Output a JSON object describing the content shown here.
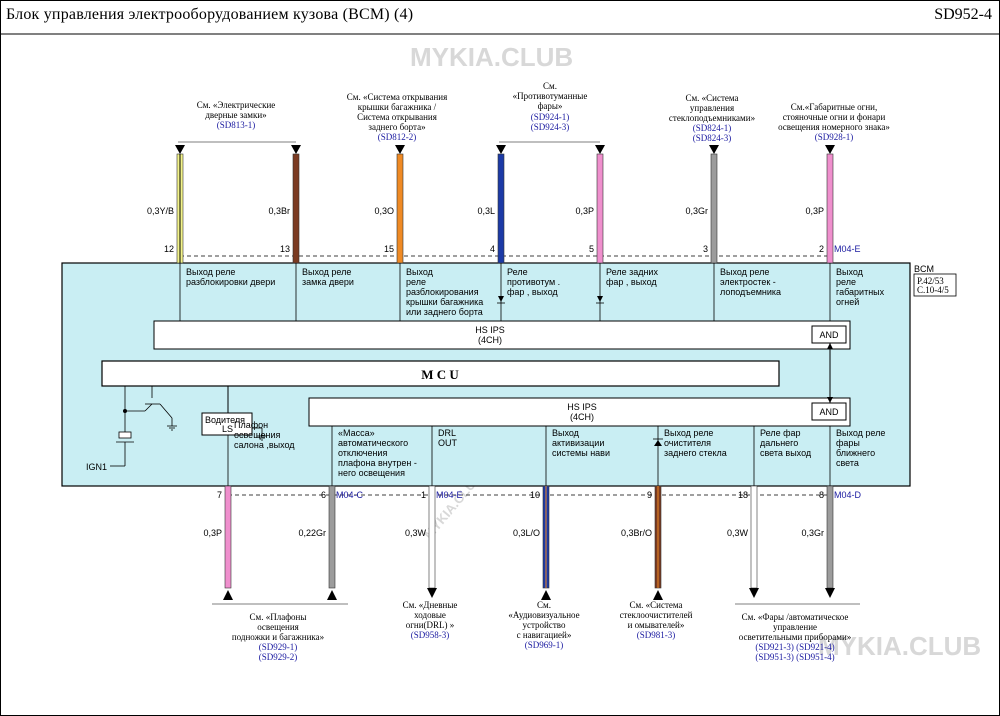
{
  "header": {
    "title": "Блок управления электрооборудованием кузова (BCM) (4)",
    "page": "SD952-4"
  },
  "watermark": "MYKIA.CLUB",
  "bcm": {
    "label": "BCM",
    "ref1": "P.42/53",
    "ref2": "C.10-4/5",
    "mcu": "M C U",
    "ips_top_1": "HS IPS",
    "ips_top_2": "(4CH)",
    "ips_bot_1": "HS IPS",
    "ips_bot_2": "(4CH)",
    "and": "AND",
    "driver_1": "Водителя",
    "driver_2": "LS",
    "ign": "IGN1"
  },
  "top_refs": {
    "door_locks": [
      "См. «Электрические",
      "дверные  замки»"
    ],
    "door_locks_code": "(SD813-1)",
    "trunk": [
      "См. «Система открывания",
      "крышки багажника /",
      "Система открывания",
      "заднего борта»"
    ],
    "trunk_code": "(SD812-2)",
    "fog": [
      "См.",
      "«Противотуманные",
      "фары»"
    ],
    "fog_code_1": "(SD924-1)",
    "fog_code_2": "(SD924-3)",
    "lifter": [
      "См. «Система",
      "управления",
      "стеклоподъемниками»"
    ],
    "lifter_code_1": "(SD824-1)",
    "lifter_code_2": "(SD824-3)",
    "parking": [
      "См.«Габаритные  огни,",
      "стояночные  огни и фонари",
      "освещения  номерного  знака»"
    ],
    "parking_code": "(SD928-1)"
  },
  "top_wires": [
    {
      "color_code": "0,3Y/B",
      "pin": "12",
      "label": [
        "Выход реле",
        "разблокировки  двери"
      ]
    },
    {
      "color_code": "0,3Br",
      "pin": "13",
      "label": [
        "Выход реле",
        "замка  двери"
      ]
    },
    {
      "color_code": "0,3O",
      "pin": "15",
      "label": [
        "Выход",
        "реле",
        "разблокирования",
        "крышки багажника",
        "или заднего  борта"
      ]
    },
    {
      "color_code": "0,3L",
      "pin": "4",
      "label": [
        "Реле",
        "противотум  .",
        "фар , выход"
      ]
    },
    {
      "color_code": "0,3P",
      "pin": "5",
      "label": [
        "Реле  задних",
        "фар , выход"
      ]
    },
    {
      "color_code": "0,3Gr",
      "pin": "3",
      "label": [
        "Выход  реле",
        "электростек  -",
        "лоподъемника"
      ]
    },
    {
      "color_code": "0,3P",
      "pin": "2",
      "label": [
        "Выход",
        "реле",
        "габаритных",
        "огней"
      ]
    }
  ],
  "top_connector": "M04-E",
  "bottom_wires": [
    {
      "color_code": "0,3P",
      "pin": "7",
      "label": [
        "Плафон",
        "освещения",
        "салона ,выход"
      ]
    },
    {
      "color_code": "0,22Gr",
      "pin": "6",
      "label": [
        "«Масса»",
        "автоматического",
        "отключения",
        "плафона  внутрен -",
        "него освещения"
      ]
    },
    {
      "color_code": "0,3W",
      "pin": "1",
      "label": [
        "DRL",
        "OUT"
      ]
    },
    {
      "color_code": "0,3L/O",
      "pin": "10",
      "label": [
        "Выход",
        "активизации",
        "системы  нави"
      ]
    },
    {
      "color_code": "0,3Br/O",
      "pin": "9",
      "label": [
        "Выход реле",
        "очистителя",
        "заднего  стекла"
      ]
    },
    {
      "color_code": "0,3W",
      "pin": "18",
      "label": [
        "Реле  фар",
        "дальнего",
        "света  выход"
      ]
    },
    {
      "color_code": "0,3Gr",
      "pin": "8",
      "label": [
        "Выход реле",
        "фары",
        "ближнего",
        "света"
      ]
    }
  ],
  "bottom_connectors": {
    "c1": "M04-C",
    "c2": "M04-E",
    "c3": "M04-D"
  },
  "bottom_refs": {
    "interior": [
      "См. «Плафоны",
      "освещения",
      "подножки  и багажника»"
    ],
    "interior_code_1": "(SD929-1)",
    "interior_code_2": "(SD929-2)",
    "drl": [
      "См. «Дневные",
      "ходовые",
      "огни(DRL) »"
    ],
    "drl_code": "(SD958-3)",
    "av": [
      "См.",
      "«Аудиовизуальное",
      "устройство",
      "с навигацией»"
    ],
    "av_code": "(SD969-1)",
    "wiper": [
      "См. «Система",
      "стеклоочистителей",
      "и омывателей»"
    ],
    "wiper_code": "(SD981-3)",
    "headlamps": [
      "См. «Фары /автоматическое",
      "управление",
      "осветительными   приборами»"
    ],
    "headlamps_codes_1": "(SD921-3)  (SD921-4)",
    "headlamps_codes_2": "(SD951-3)  (SD951-4)"
  }
}
